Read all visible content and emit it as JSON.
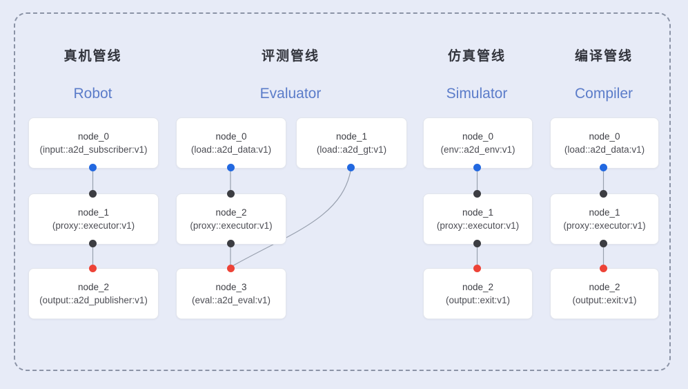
{
  "colors": {
    "background": "#e7ebf7",
    "frame_border": "#8b93a6",
    "node_bg": "#ffffff",
    "node_border": "#e2e5ec",
    "title_zh": "#32343c",
    "title_en": "#5b7cc9",
    "node_text": "#3e3f45",
    "node_subtext": "#4c4d54",
    "port_source": "#2268e0",
    "port_mid": "#3c3d42",
    "port_sink": "#ed4337",
    "edge": "#98a0ae"
  },
  "pipelines": [
    {
      "id": "robot",
      "title_zh": "真机管线",
      "title_en": "Robot",
      "nodes": [
        {
          "name": "node_0",
          "type": "(input::a2d_subscriber:v1)"
        },
        {
          "name": "node_1",
          "type": "(proxy::executor:v1)"
        },
        {
          "name": "node_2",
          "type": "(output::a2d_publisher:v1)"
        }
      ]
    },
    {
      "id": "evaluator",
      "title_zh": "评测管线",
      "title_en": "Evaluator",
      "nodes": [
        {
          "name": "node_0",
          "type": "(load::a2d_data:v1)"
        },
        {
          "name": "node_1",
          "type": "(load::a2d_gt:v1)"
        },
        {
          "name": "node_2",
          "type": "(proxy::executor:v1)"
        },
        {
          "name": "node_3",
          "type": "(eval::a2d_eval:v1)"
        }
      ]
    },
    {
      "id": "simulator",
      "title_zh": "仿真管线",
      "title_en": "Simulator",
      "nodes": [
        {
          "name": "node_0",
          "type": "(env::a2d_env:v1)"
        },
        {
          "name": "node_1",
          "type": "(proxy::executor:v1)"
        },
        {
          "name": "node_2",
          "type": "(output::exit:v1)"
        }
      ]
    },
    {
      "id": "compiler",
      "title_zh": "编译管线",
      "title_en": "Compiler",
      "nodes": [
        {
          "name": "node_0",
          "type": "(load::a2d_data:v1)"
        },
        {
          "name": "node_1",
          "type": "(proxy::executor:v1)"
        },
        {
          "name": "node_2",
          "type": "(output::exit:v1)"
        }
      ]
    }
  ]
}
